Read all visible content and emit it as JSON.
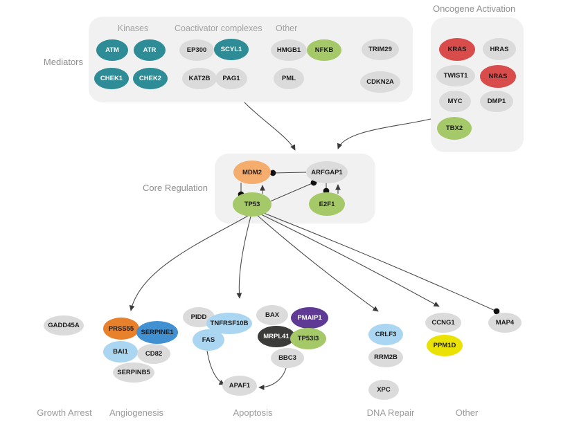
{
  "colors": {
    "teal": "#2E8C96",
    "green": "#A5C969",
    "red": "#D84C4C",
    "orange": "#F5AD6E",
    "orange_dark": "#E8812B",
    "blue": "#4190D2",
    "light_blue": "#ABD6F1",
    "purple": "#5E3A94",
    "dark": "#3B3B39",
    "yellow": "#E9E204",
    "gray": "#DBDBDB"
  },
  "sections": {
    "mediators": {
      "label": "Mediators",
      "subgroups": [
        {
          "label": "Kinases"
        },
        {
          "label": "Coactivator complexes"
        },
        {
          "label": "Other"
        }
      ]
    },
    "oncogene": {
      "label": "Oncogene Activation"
    },
    "core": {
      "label": "Core Regulation"
    },
    "bottom_groups": [
      {
        "id": "growth-arrest",
        "label": "Growth Arrest"
      },
      {
        "id": "angiogenesis",
        "label": "Angiogenesis"
      },
      {
        "id": "apoptosis",
        "label": "Apoptosis"
      },
      {
        "id": "dna-repair",
        "label": "DNA Repair"
      },
      {
        "id": "other",
        "label": "Other"
      }
    ]
  },
  "nodes": [
    {
      "id": "ATM",
      "label": "ATM",
      "color": "teal",
      "text_color": "white",
      "section": "mediators",
      "group": "Kinases"
    },
    {
      "id": "ATR",
      "label": "ATR",
      "color": "teal",
      "text_color": "white",
      "section": "mediators",
      "group": "Kinases"
    },
    {
      "id": "CHEK1",
      "label": "CHEK1",
      "color": "teal",
      "text_color": "white",
      "section": "mediators",
      "group": "Kinases"
    },
    {
      "id": "CHEK2",
      "label": "CHEK2",
      "color": "teal",
      "text_color": "white",
      "section": "mediators",
      "group": "Kinases"
    },
    {
      "id": "EP300",
      "label": "EP300",
      "color": "gray",
      "text_color": "black",
      "section": "mediators",
      "group": "Coactivator complexes"
    },
    {
      "id": "SCYL1",
      "label": "SCYL1",
      "color": "teal",
      "text_color": "white",
      "section": "mediators",
      "group": "Coactivator complexes"
    },
    {
      "id": "KAT2B",
      "label": "KAT2B",
      "color": "gray",
      "text_color": "black",
      "section": "mediators",
      "group": "Coactivator complexes"
    },
    {
      "id": "PAG1",
      "label": "PAG1",
      "color": "gray",
      "text_color": "black",
      "section": "mediators",
      "group": "Coactivator complexes"
    },
    {
      "id": "HMGB1",
      "label": "HMGB1",
      "color": "gray",
      "text_color": "black",
      "section": "mediators",
      "group": "Other"
    },
    {
      "id": "NFKB",
      "label": "NFKB",
      "color": "green",
      "text_color": "black",
      "section": "mediators",
      "group": "Other"
    },
    {
      "id": "TRIM29",
      "label": "TRIM29",
      "color": "gray",
      "text_color": "black",
      "section": "mediators",
      "group": "Other"
    },
    {
      "id": "PML",
      "label": "PML",
      "color": "gray",
      "text_color": "black",
      "section": "mediators",
      "group": "Other"
    },
    {
      "id": "CDKN2A",
      "label": "CDKN2A",
      "color": "gray",
      "text_color": "black",
      "section": "mediators",
      "group": "Other"
    },
    {
      "id": "KRAS",
      "label": "KRAS",
      "color": "red",
      "text_color": "black",
      "section": "oncogene"
    },
    {
      "id": "HRAS",
      "label": "HRAS",
      "color": "gray",
      "text_color": "black",
      "section": "oncogene"
    },
    {
      "id": "TWIST1",
      "label": "TWIST1",
      "color": "gray",
      "text_color": "black",
      "section": "oncogene"
    },
    {
      "id": "NRAS",
      "label": "NRAS",
      "color": "red",
      "text_color": "black",
      "section": "oncogene"
    },
    {
      "id": "MYC",
      "label": "MYC",
      "color": "gray",
      "text_color": "black",
      "section": "oncogene"
    },
    {
      "id": "DMP1",
      "label": "DMP1",
      "color": "gray",
      "text_color": "black",
      "section": "oncogene"
    },
    {
      "id": "TBX2",
      "label": "TBX2",
      "color": "green",
      "text_color": "black",
      "section": "oncogene"
    },
    {
      "id": "MDM2",
      "label": "MDM2",
      "color": "orange",
      "text_color": "black",
      "section": "core"
    },
    {
      "id": "ARFGAP1",
      "label": "ARFGAP1",
      "color": "gray",
      "text_color": "black",
      "section": "core"
    },
    {
      "id": "TP53",
      "label": "TP53",
      "color": "green",
      "text_color": "black",
      "section": "core"
    },
    {
      "id": "E2F1",
      "label": "E2F1",
      "color": "green",
      "text_color": "black",
      "section": "core"
    },
    {
      "id": "GADD45A",
      "label": "GADD45A",
      "color": "gray",
      "text_color": "black",
      "section": "growth-arrest"
    },
    {
      "id": "PRSS55",
      "label": "PRSS55",
      "color": "orange_dark",
      "text_color": "black",
      "section": "angiogenesis"
    },
    {
      "id": "SERPINE1",
      "label": "SERPINE1",
      "color": "blue",
      "text_color": "black",
      "section": "angiogenesis"
    },
    {
      "id": "BAI1",
      "label": "BAI1",
      "color": "light_blue",
      "text_color": "black",
      "section": "angiogenesis"
    },
    {
      "id": "CD82",
      "label": "CD82",
      "color": "gray",
      "text_color": "black",
      "section": "angiogenesis"
    },
    {
      "id": "SERPINB5",
      "label": "SERPINB5",
      "color": "gray",
      "text_color": "black",
      "section": "angiogenesis"
    },
    {
      "id": "PIDD",
      "label": "PIDD",
      "color": "gray",
      "text_color": "black",
      "section": "apoptosis"
    },
    {
      "id": "TNFRSF10B",
      "label": "TNFRSF10B",
      "color": "light_blue",
      "text_color": "black",
      "section": "apoptosis"
    },
    {
      "id": "FAS",
      "label": "FAS",
      "color": "light_blue",
      "text_color": "black",
      "section": "apoptosis"
    },
    {
      "id": "BAX",
      "label": "BAX",
      "color": "gray",
      "text_color": "black",
      "section": "apoptosis"
    },
    {
      "id": "PMAIP1",
      "label": "PMAIP1",
      "color": "purple",
      "text_color": "white",
      "section": "apoptosis"
    },
    {
      "id": "MRPL41",
      "label": "MRPL41",
      "color": "dark",
      "text_color": "white",
      "section": "apoptosis"
    },
    {
      "id": "TP53I3",
      "label": "TP53I3",
      "color": "green",
      "text_color": "black",
      "section": "apoptosis"
    },
    {
      "id": "BBC3",
      "label": "BBC3",
      "color": "gray",
      "text_color": "black",
      "section": "apoptosis"
    },
    {
      "id": "APAF1",
      "label": "APAF1",
      "color": "gray",
      "text_color": "black",
      "section": "apoptosis"
    },
    {
      "id": "CRLF3",
      "label": "CRLF3",
      "color": "light_blue",
      "text_color": "black",
      "section": "dna-repair"
    },
    {
      "id": "RRM2B",
      "label": "RRM2B",
      "color": "gray",
      "text_color": "black",
      "section": "dna-repair"
    },
    {
      "id": "XPC",
      "label": "XPC",
      "color": "gray",
      "text_color": "black",
      "section": "dna-repair"
    },
    {
      "id": "CCNG1",
      "label": "CCNG1",
      "color": "gray",
      "text_color": "black",
      "section": "other"
    },
    {
      "id": "PPM1D",
      "label": "PPM1D",
      "color": "yellow",
      "text_color": "black",
      "section": "other"
    },
    {
      "id": "MAP4",
      "label": "MAP4",
      "color": "gray",
      "text_color": "black",
      "section": "other"
    }
  ],
  "edges": [
    {
      "from": "ARFGAP1",
      "to": "MDM2",
      "type": "inhibit"
    },
    {
      "from": "MDM2",
      "to": "TP53",
      "type": "inhibit"
    },
    {
      "from": "TP53",
      "to": "MDM2",
      "type": "activate"
    },
    {
      "from": "TP53",
      "to": "ARFGAP1",
      "type": "inhibit"
    },
    {
      "from": "ARFGAP1",
      "to": "E2F1",
      "type": "inhibit"
    },
    {
      "from": "E2F1",
      "to": "ARFGAP1",
      "type": "activate"
    },
    {
      "from": "Mediators",
      "to": "Core Regulation",
      "type": "activate"
    },
    {
      "from": "Oncogene Activation",
      "to": "Core Regulation",
      "type": "activate"
    },
    {
      "from": "TP53",
      "to": "Angiogenesis",
      "type": "activate"
    },
    {
      "from": "TP53",
      "to": "Apoptosis",
      "type": "activate"
    },
    {
      "from": "TP53",
      "to": "DNA Repair",
      "type": "activate"
    },
    {
      "from": "TP53",
      "to": "CCNG1",
      "type": "activate"
    },
    {
      "from": "TP53",
      "to": "MAP4",
      "type": "inhibit"
    },
    {
      "from": "FAS",
      "to": "APAF1",
      "type": "activate"
    },
    {
      "from": "BBC3",
      "to": "APAF1",
      "type": "activate"
    }
  ]
}
